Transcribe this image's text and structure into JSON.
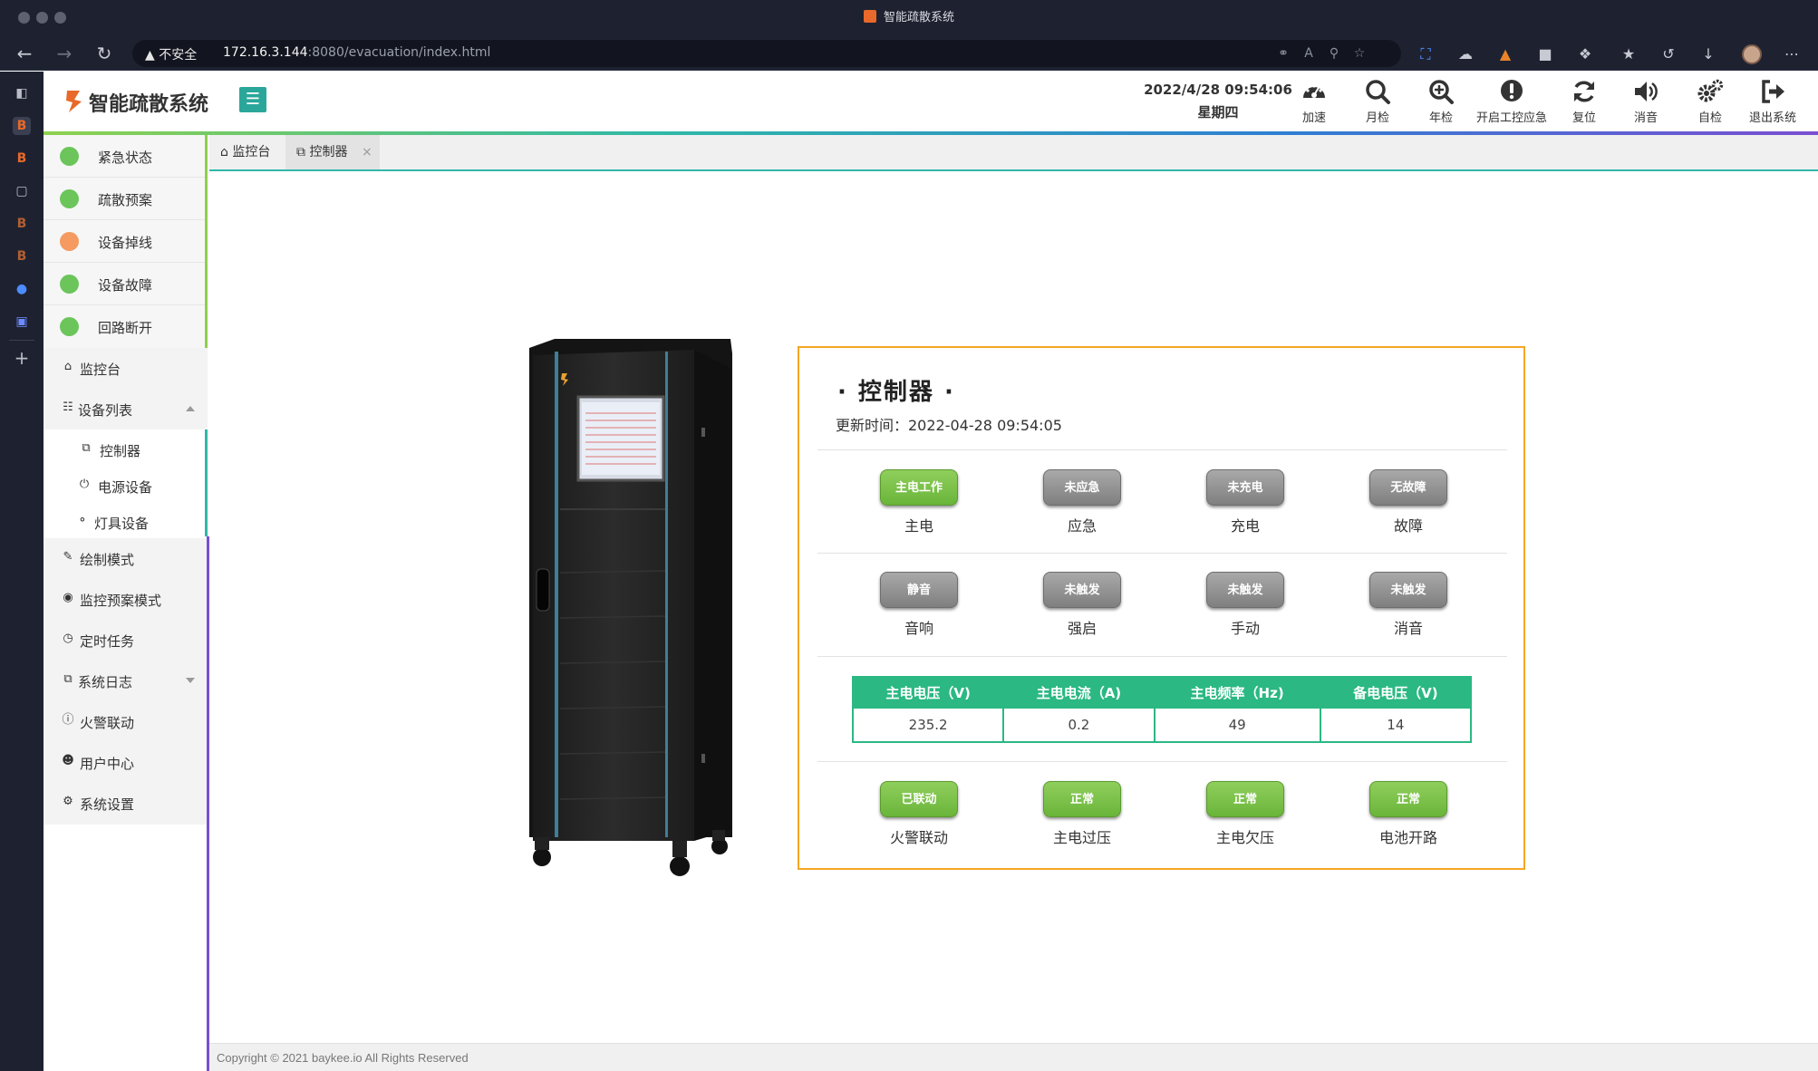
{
  "browser": {
    "window_title": "智能疏散系统",
    "security_label": "不安全",
    "url_host": "172.16.3.144",
    "url_rest": ":8080/evacuation/index.html"
  },
  "app": {
    "name": "智能疏散系统",
    "datetime": "2022/4/28 09:54:06",
    "weekday": "星期四",
    "header_buttons": [
      {
        "label": "加速",
        "icon": "speedometer-icon"
      },
      {
        "label": "月检",
        "icon": "search-icon"
      },
      {
        "label": "年检",
        "icon": "zoom-in-icon"
      },
      {
        "label": "开启工控应急",
        "icon": "alert-icon"
      },
      {
        "label": "复位",
        "icon": "refresh-icon"
      },
      {
        "label": "消音",
        "icon": "speaker-icon"
      },
      {
        "label": "自检",
        "icon": "gears-icon"
      },
      {
        "label": "退出系统",
        "icon": "logout-icon"
      }
    ]
  },
  "status_panel": [
    {
      "label": "紧急状态",
      "color": "#6bc55a"
    },
    {
      "label": "疏散预案",
      "color": "#6bc55a"
    },
    {
      "label": "设备掉线",
      "color": "#f59a60"
    },
    {
      "label": "设备故障",
      "color": "#6bc55a"
    },
    {
      "label": "回路断开",
      "color": "#6bc55a"
    }
  ],
  "menu": {
    "monitor": "监控台",
    "device_list": "设备列表",
    "controller": "控制器",
    "power_device": "电源设备",
    "lamp_device": "灯具设备",
    "draw_mode": "绘制模式",
    "plan_mode": "监控预案模式",
    "timed_task": "定时任务",
    "system_log": "系统日志",
    "fire_link": "火警联动",
    "user_center": "用户中心",
    "settings": "系统设置"
  },
  "tabs": [
    {
      "label": "监控台"
    },
    {
      "label": "控制器"
    }
  ],
  "controller": {
    "title": "· 控制器 ·",
    "update_time": "更新时间：2022-04-28 09:54:05",
    "row1": [
      {
        "badge": "主电工作",
        "label": "主电",
        "state": "green"
      },
      {
        "badge": "未应急",
        "label": "应急",
        "state": "gray"
      },
      {
        "badge": "未充电",
        "label": "充电",
        "state": "gray"
      },
      {
        "badge": "无故障",
        "label": "故障",
        "state": "gray"
      }
    ],
    "row2": [
      {
        "badge": "静音",
        "label": "音响",
        "state": "gray"
      },
      {
        "badge": "未触发",
        "label": "强启",
        "state": "gray"
      },
      {
        "badge": "未触发",
        "label": "手动",
        "state": "gray"
      },
      {
        "badge": "未触发",
        "label": "消音",
        "state": "gray"
      }
    ],
    "table": {
      "headers": [
        "主电电压（V)",
        "主电电流（A)",
        "主电频率（Hz)",
        "备电电压（V)"
      ],
      "values": [
        "235.2",
        "0.2",
        "49",
        "14"
      ]
    },
    "row3": [
      {
        "badge": "已联动",
        "label": "火警联动",
        "state": "green"
      },
      {
        "badge": "正常",
        "label": "主电过压",
        "state": "green"
      },
      {
        "badge": "正常",
        "label": "主电欠压",
        "state": "green"
      },
      {
        "badge": "正常",
        "label": "电池开路",
        "state": "green"
      }
    ]
  },
  "footer": "Copyright © 2021   baykee.io   All Rights Reserved",
  "colors": {
    "accent_teal": "#2aa79a",
    "table_green": "#2bb883",
    "card_border": "#f5a623",
    "indicator_green": "#78bf46",
    "indicator_gray": "#8f8f8f"
  }
}
